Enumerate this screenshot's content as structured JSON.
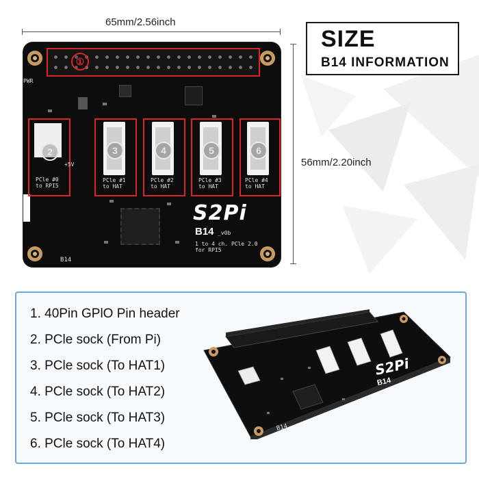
{
  "dimensions": {
    "width_label": "65mm/2.56inch",
    "height_label": "56mm/2.20inch"
  },
  "title": {
    "size": "SIZE",
    "info": "B14  INFORMATION"
  },
  "board": {
    "callouts": [
      "①",
      "2",
      "3",
      "4",
      "5",
      "6"
    ],
    "logo": "S2Pi",
    "model": "B14",
    "version": "_v0b",
    "desc_line1": "1 to 4 ch. PCle 2.0",
    "desc_line2": "for RPI5",
    "corner_label": "B14",
    "pwr": "PWR",
    "plus5v": "+5V",
    "pcie_labels": [
      "PCle #0\nto RPI5",
      "PCle #1\nto HAT",
      "PCle #2\nto HAT",
      "PCle #3\nto HAT",
      "PCle #4\nto HAT"
    ]
  },
  "features": [
    "1. 40Pin GPlO Pin header",
    "2. PCle sock (From Pi)",
    "3. PCle sock (To HAT1)",
    "4. PCle sock (To HAT2)",
    "5. PCle sock (To HAT3)",
    "6. PCle sock (To HAT4)"
  ],
  "board_angled": {
    "logo": "S2Pi",
    "model": "B14",
    "corner_label": "B14"
  },
  "colors": {
    "callout_red": "#d8262b",
    "panel_border": "#6aa9e6",
    "pcb_black": "#0d0d0d"
  }
}
